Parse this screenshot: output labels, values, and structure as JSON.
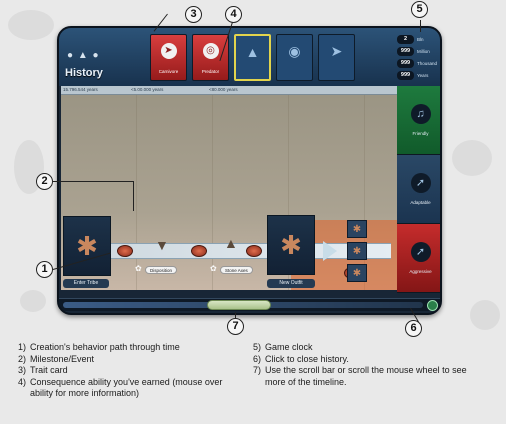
{
  "game": {
    "title": "History",
    "top_cards": [
      {
        "label": "Carnivore",
        "icon": "claw-icon",
        "style": "red"
      },
      {
        "label": "Predator",
        "icon": "target-icon",
        "style": "red"
      },
      {
        "label": "",
        "icon": "campfire-icon",
        "style": "highlight"
      },
      {
        "label": "",
        "icon": "globe-icon",
        "style": "blue"
      },
      {
        "label": "",
        "icon": "rocket-icon",
        "style": "blue"
      }
    ],
    "clock": [
      {
        "value": "2",
        "unit": "Bln"
      },
      {
        "value": "999",
        "unit": "Million"
      },
      {
        "value": "999",
        "unit": "Thousand"
      },
      {
        "value": "999",
        "unit": "Years"
      }
    ],
    "ruler_marks": [
      "15.796.544 years",
      "<5.00.000 years",
      "<80.000 years"
    ],
    "stages": [
      {
        "label": "Enter Tribe"
      },
      {
        "label": "New Outfit"
      }
    ],
    "events": [
      "Disposition",
      "Stone Axes"
    ],
    "consequences": [
      {
        "label": "Friendly",
        "icon": "music-note-icon",
        "style": "social"
      },
      {
        "label": "Adaptable",
        "icon": "spear-icon",
        "style": "adaptable"
      },
      {
        "label": "Aggressive",
        "icon": "sword-icon",
        "style": "aggressive"
      }
    ]
  },
  "callouts": [
    "1",
    "2",
    "3",
    "4",
    "5",
    "6",
    "7"
  ],
  "legend_left": [
    {
      "num": "1)",
      "text": "Creation's behavior path through time"
    },
    {
      "num": "2)",
      "text": "Milestone/Event"
    },
    {
      "num": "3)",
      "text": "Trait card"
    },
    {
      "num": "4)",
      "text": "Consequence ability you've earned (mouse over ability for more information)"
    }
  ],
  "legend_right": [
    {
      "num": "5)",
      "text": "Game clock"
    },
    {
      "num": "6)",
      "text": "Click to close history."
    },
    {
      "num": "7)",
      "text": "Use the scroll bar or scroll the mouse wheel to see more of the timeline."
    }
  ]
}
